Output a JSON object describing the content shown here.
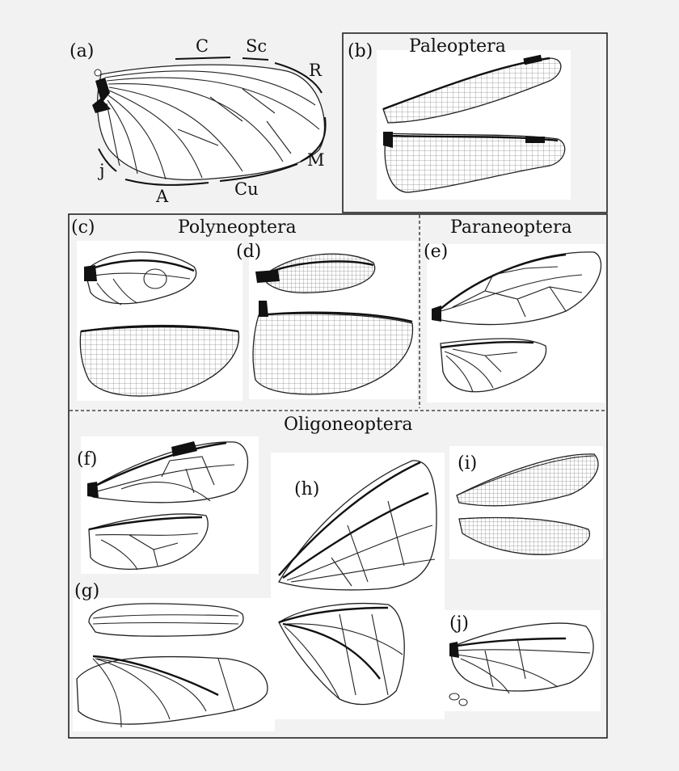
{
  "panels": {
    "a": {
      "label": "(a)",
      "veins": {
        "C": "C",
        "Sc": "Sc",
        "R": "R",
        "M": "M",
        "Cu": "Cu",
        "A": "A",
        "j": "j"
      }
    },
    "b": {
      "label": "(b)",
      "group": "Paleoptera"
    },
    "c": {
      "label": "(c)",
      "group": "Polyneoptera"
    },
    "d": {
      "label": "(d)"
    },
    "e": {
      "label": "(e)",
      "group": "Paraneoptera"
    },
    "f": {
      "label": "(f)",
      "group": "Oligoneoptera"
    },
    "g": {
      "label": "(g)"
    },
    "h": {
      "label": "(h)"
    },
    "i": {
      "label": "(i)"
    },
    "j": {
      "label": "(j)"
    }
  }
}
